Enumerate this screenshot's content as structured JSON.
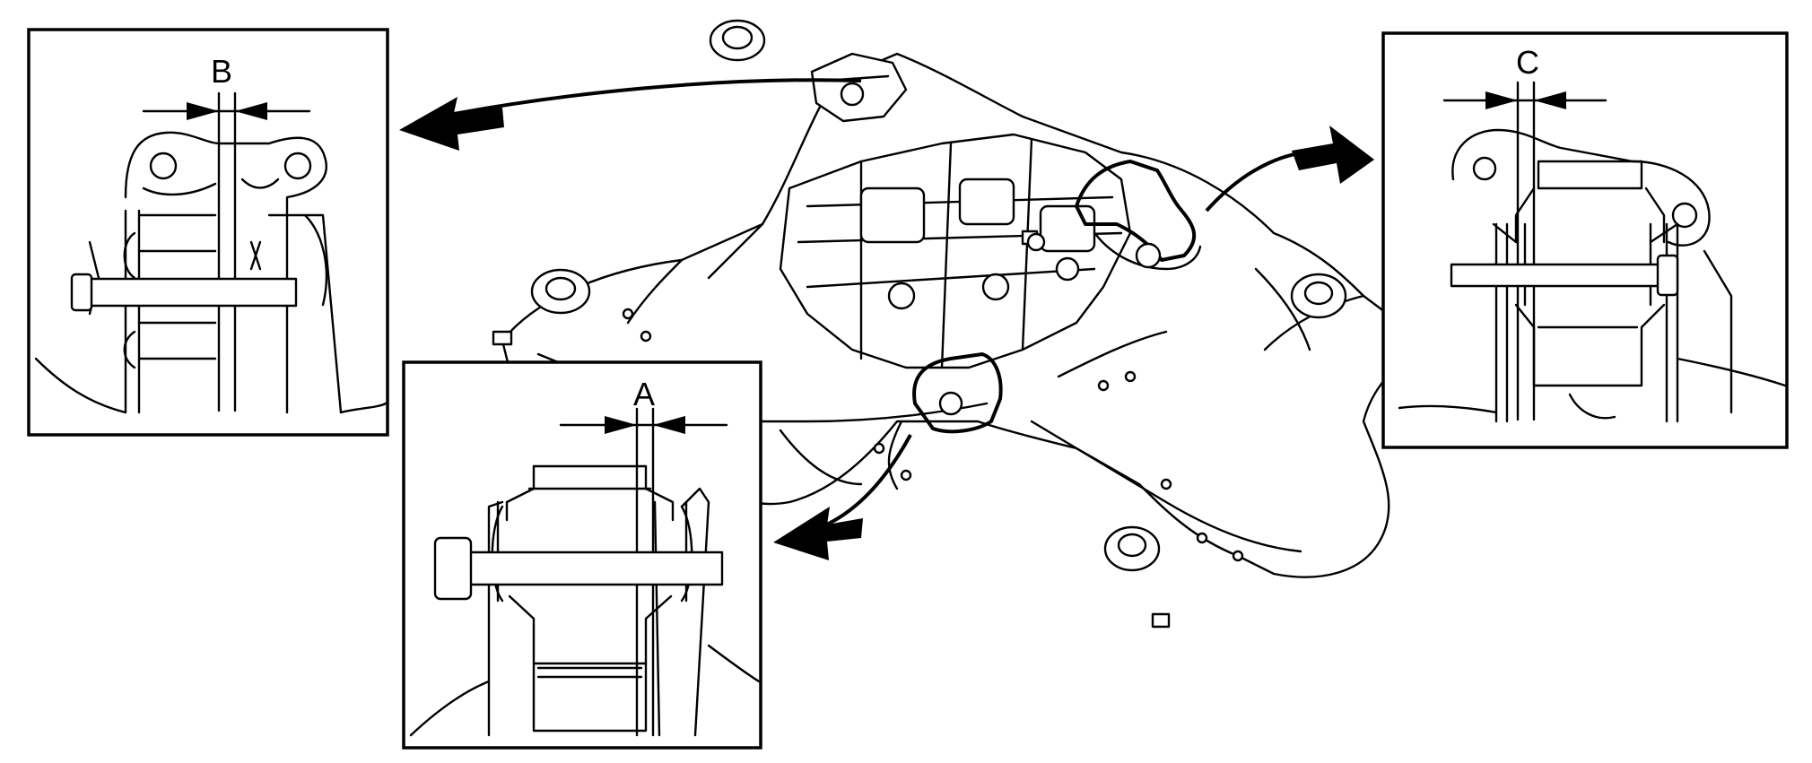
{
  "figure": {
    "insets": [
      {
        "id": "B",
        "label": "B"
      },
      {
        "id": "A",
        "label": "A"
      },
      {
        "id": "C",
        "label": "C"
      }
    ]
  }
}
